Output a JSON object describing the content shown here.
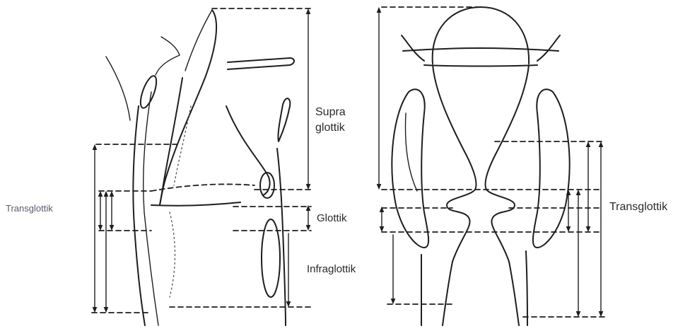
{
  "labels": {
    "supra_line1": "Supra",
    "supra_line2": "glottik",
    "glottik": "Glottik",
    "infraglottik": "Infraglottik",
    "transglottik_left": "Transglottik",
    "transglottik_right": "Transglottik"
  }
}
